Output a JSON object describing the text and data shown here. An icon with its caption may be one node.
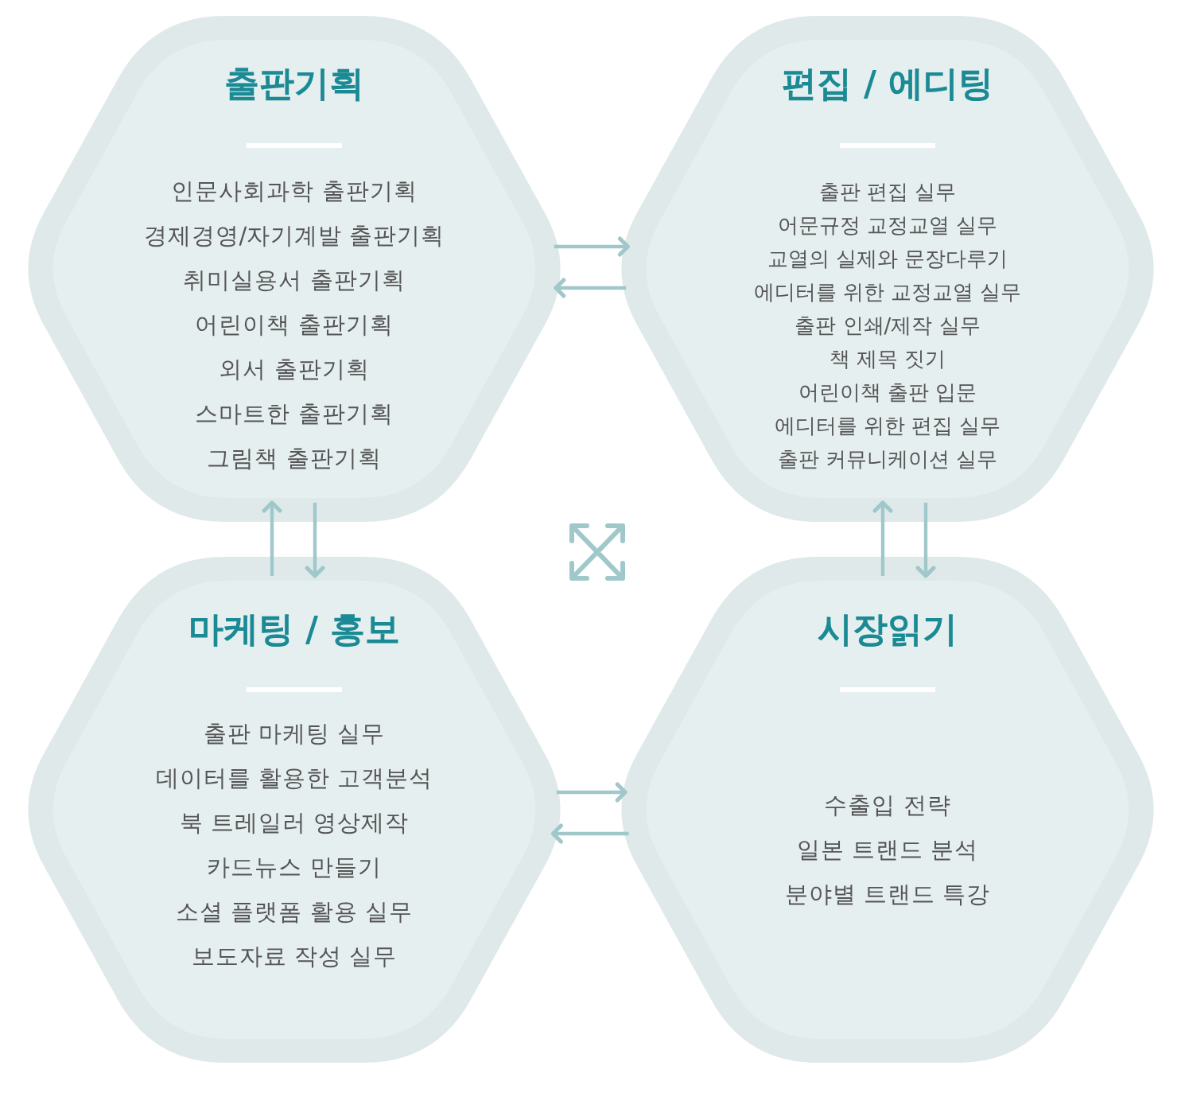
{
  "diagram": {
    "nodes": [
      {
        "text": [
          "출판기획",
          "인문사회과학 출판기획",
          "경제경영/자기계발 출판기획",
          "취미실용서 출판기획",
          "어린이책 출판기획",
          "외서 출판기획",
          "스마트한 출판기획",
          "그림책 출판기획"
        ]
      },
      {
        "text": [
          "편집 / 에디팅",
          "출판 편집 실무",
          "어문규정 교정교열 실무",
          "교열의 실제와 문장다루기",
          "에디터를 위한 교정교열 실무",
          "출판 인쇄/제작 실무",
          "책 제목 짓기",
          "어린이책 출판 입문",
          "에디터를 위한 편집 실무",
          "출판 커뮤니케이션 실무"
        ]
      },
      {
        "text": [
          "마케팅 / 홍보",
          "출판 마케팅 실무",
          "데이터를 활용한 고객분석",
          "북 트레일러 영상제작",
          "카드뉴스 만들기",
          "소셜 플랫폼 활용 실무",
          "보도자료 작성 실무"
        ]
      },
      {
        "text": [
          "시장읽기",
          "수출입 전략",
          "일본 트랜드 분석",
          "분야별 트랜드 특강"
        ]
      }
    ],
    "edges": [
      {
        "from": 0,
        "to": 1,
        "arrow": "to"
      },
      {
        "from": 1,
        "to": 0,
        "arrow": "to"
      },
      {
        "from": 0,
        "to": 2,
        "arrow": "to"
      },
      {
        "from": 2,
        "to": 0,
        "arrow": "to"
      },
      {
        "from": 1,
        "to": 3,
        "arrow": "to"
      },
      {
        "from": 3,
        "to": 1,
        "arrow": "to"
      },
      {
        "from": 2,
        "to": 3,
        "arrow": "to"
      },
      {
        "from": 3,
        "to": 2,
        "arrow": "to"
      }
    ]
  }
}
